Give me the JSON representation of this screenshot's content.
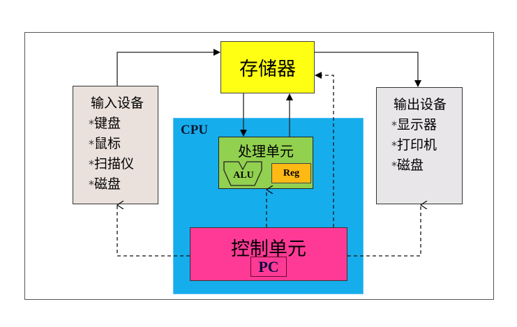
{
  "diagram": {
    "cpu_label": "CPU",
    "memory": {
      "label": "存储器"
    },
    "input_device": {
      "title": "输入设备",
      "items": [
        "键盘",
        "鼠标",
        "扫描仪",
        "磁盘"
      ],
      "bullet": "*"
    },
    "output_device": {
      "title": "输出设备",
      "items": [
        "显示器",
        "打印机",
        "磁盘"
      ],
      "bullet": "*"
    },
    "processing_unit": {
      "title": "处理单元",
      "alu": "ALU",
      "reg": "Reg"
    },
    "control_unit": {
      "title": "控制单元",
      "pc": "PC"
    },
    "colors": {
      "memory": "#ffff14",
      "cpu": "#16adec",
      "processing_unit": "#92d050",
      "reg": "#ffb914",
      "control_unit": "#ff3a96",
      "input_device": "#eae0dc",
      "output_device": "#e8e6e8"
    },
    "connections": [
      {
        "from": "input_device",
        "to": "memory",
        "style": "solid"
      },
      {
        "from": "memory",
        "to": "output_device",
        "style": "solid"
      },
      {
        "from": "memory",
        "to": "processing_unit",
        "style": "solid"
      },
      {
        "from": "processing_unit",
        "to": "memory",
        "style": "solid"
      },
      {
        "from": "control_unit",
        "to": "memory",
        "style": "dashed"
      },
      {
        "from": "control_unit",
        "to": "processing_unit",
        "style": "dashed"
      },
      {
        "from": "control_unit",
        "to": "input_device",
        "style": "dashed"
      },
      {
        "from": "control_unit",
        "to": "output_device",
        "style": "dashed"
      }
    ]
  }
}
